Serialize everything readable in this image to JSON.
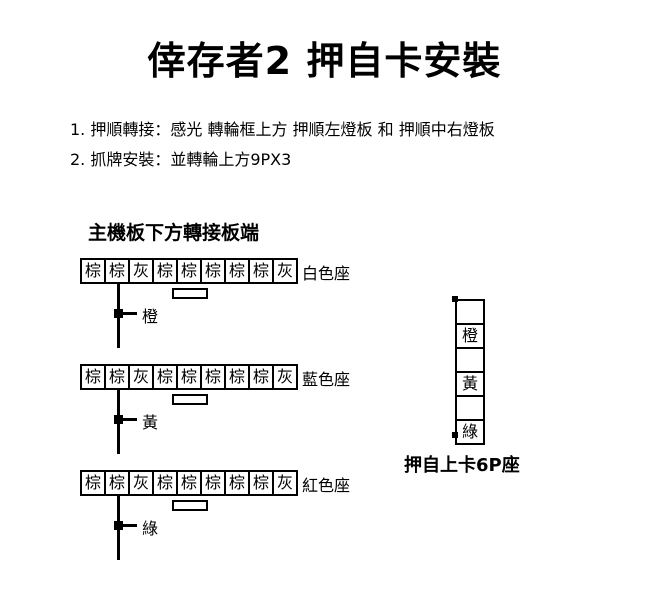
{
  "title": "倖存者2 押自卡安裝",
  "instructions": [
    "1. 押順轉接：感光 轉輪框上方 押順左燈板 和 押順中右燈板",
    "2. 抓牌安裝：並轉輪上方9PX3"
  ],
  "board_heading": "主機板下方轉接板端",
  "sockets": [
    {
      "label": "白色座",
      "pins": [
        "棕",
        "棕",
        "灰",
        "棕",
        "棕",
        "棕",
        "棕",
        "棕",
        "灰"
      ],
      "wire": "橙"
    },
    {
      "label": "藍色座",
      "pins": [
        "棕",
        "棕",
        "灰",
        "棕",
        "棕",
        "棕",
        "棕",
        "棕",
        "灰"
      ],
      "wire": "黃"
    },
    {
      "label": "紅色座",
      "pins": [
        "棕",
        "棕",
        "灰",
        "棕",
        "棕",
        "棕",
        "棕",
        "棕",
        "灰"
      ],
      "wire": "綠"
    }
  ],
  "connector": {
    "caption": "押自上卡6P座",
    "cells": [
      "",
      "橙",
      "",
      "黃",
      "",
      "綠"
    ]
  }
}
